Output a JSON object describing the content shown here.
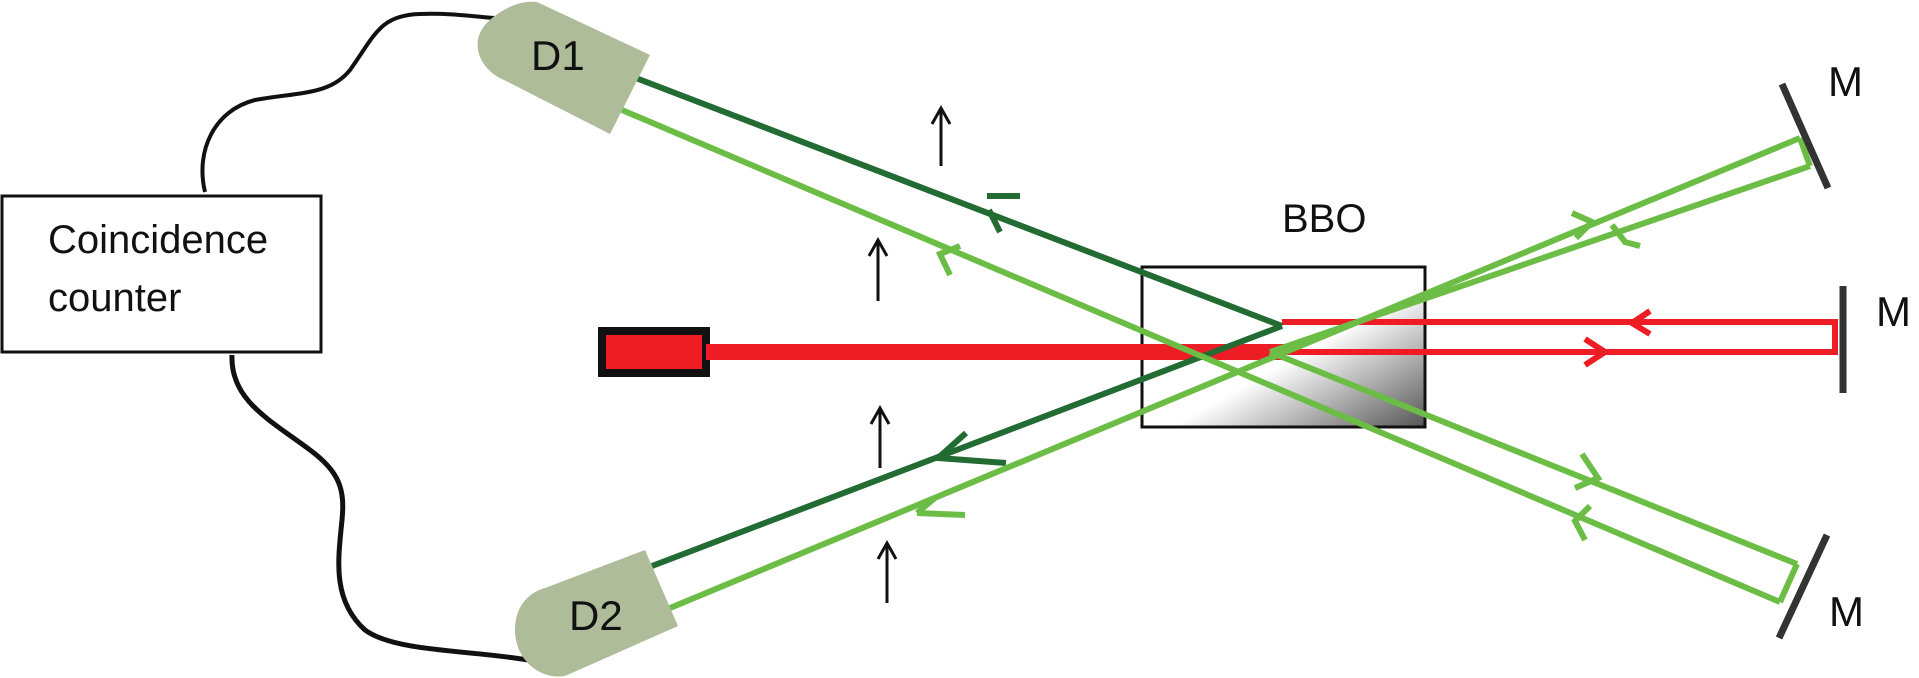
{
  "labels": {
    "counter_line1": "Coincidence",
    "counter_line2": "counter",
    "detector1": "D1",
    "detector2": "D2",
    "crystal": "BBO",
    "mirror_top": "M",
    "mirror_middle": "M",
    "mirror_bottom": "M"
  },
  "colors": {
    "pump_beam": "#ee1c25",
    "dark_green_beam": "#226b33",
    "light_green_beam": "#6cbd45",
    "detector_fill": "#aebc9a",
    "mirror": "#333333",
    "cable": "#111111"
  }
}
